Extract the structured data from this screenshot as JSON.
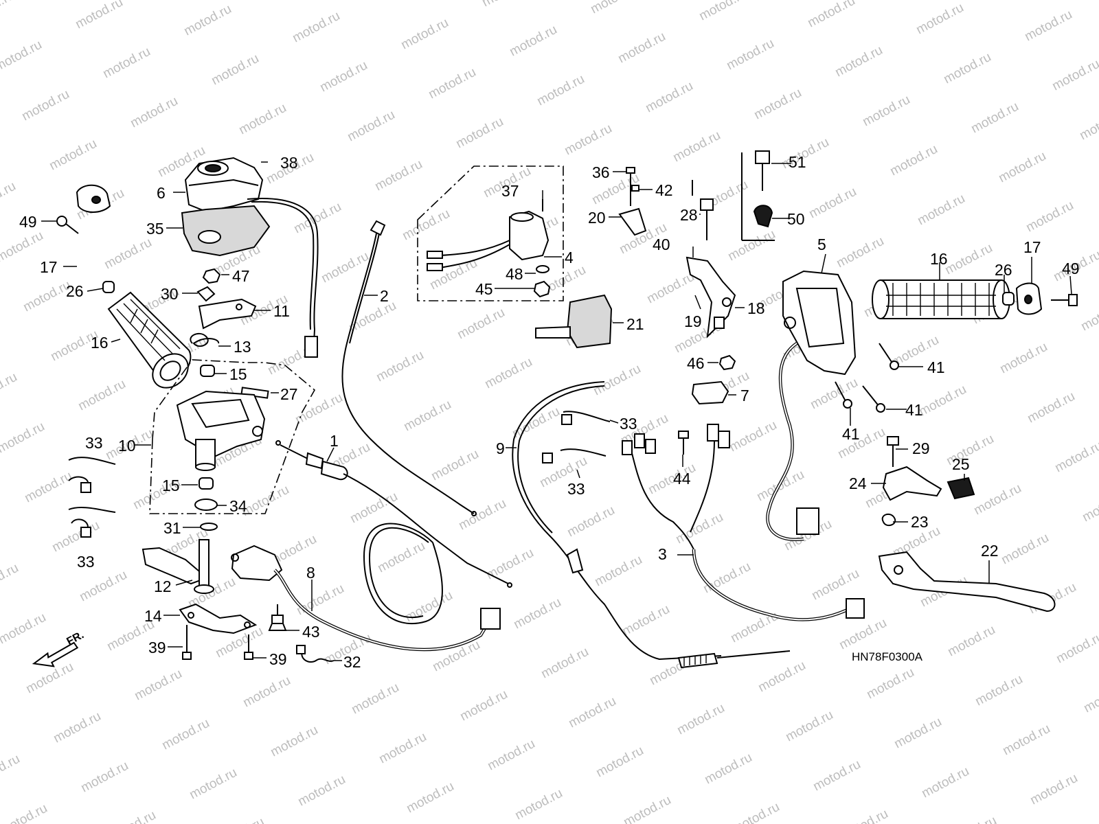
{
  "watermark": "motod.ru",
  "diagram_code": "HN78F0300A",
  "front_marker": "FR.",
  "callouts": {
    "c1": "1",
    "c2": "2",
    "c3": "3",
    "c4": "4",
    "c5": "5",
    "c6": "6",
    "c7": "7",
    "c8": "8",
    "c9": "9",
    "c10": "10",
    "c11": "11",
    "c12": "12",
    "c13": "13",
    "c14": "14",
    "c15a": "15",
    "c15b": "15",
    "c16a": "16",
    "c16b": "16",
    "c17a": "17",
    "c17b": "17",
    "c18": "18",
    "c19": "19",
    "c20": "20",
    "c21": "21",
    "c22": "22",
    "c23": "23",
    "c24": "24",
    "c25": "25",
    "c26a": "26",
    "c26b": "26",
    "c27": "27",
    "c28": "28",
    "c29": "29",
    "c30": "30",
    "c31": "31",
    "c32": "32",
    "c33a": "33",
    "c33b": "33",
    "c33c": "33",
    "c33d": "33",
    "c34": "34",
    "c35": "35",
    "c36": "36",
    "c37": "37",
    "c38": "38",
    "c39a": "39",
    "c39b": "39",
    "c40": "40",
    "c41a": "41",
    "c41b": "41",
    "c41c": "41",
    "c42": "42",
    "c43": "43",
    "c44": "44",
    "c45": "45",
    "c46": "46",
    "c47": "47",
    "c48": "48",
    "c49a": "49",
    "c49b": "49",
    "c50": "50",
    "c51": "51"
  }
}
